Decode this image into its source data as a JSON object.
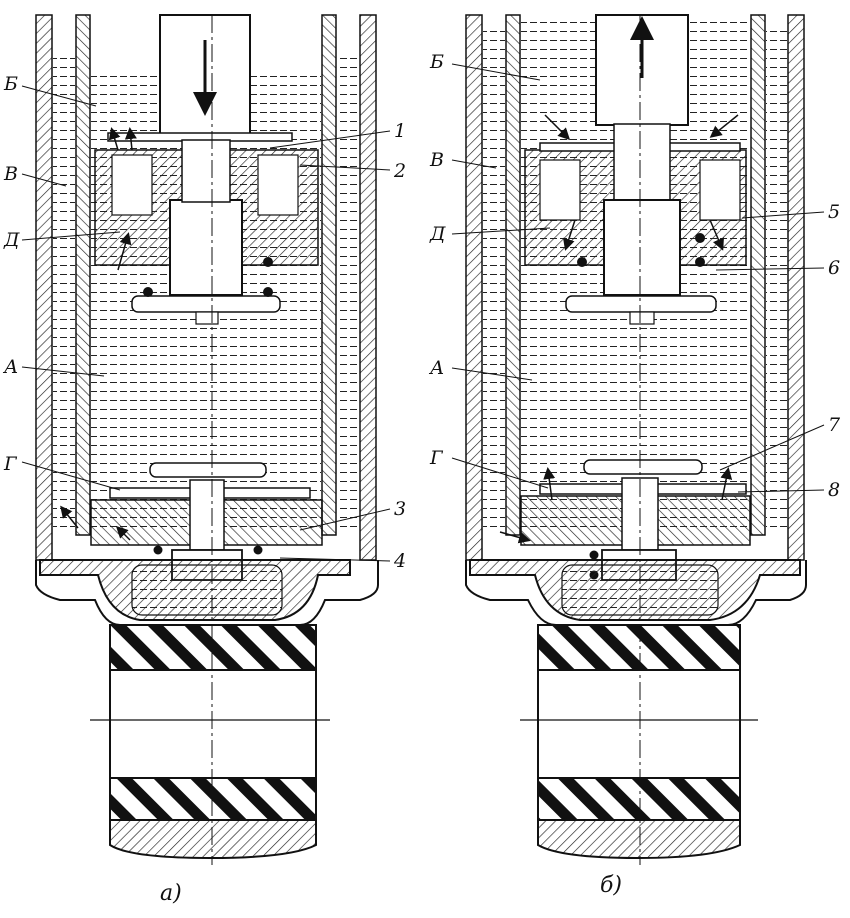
{
  "figure": {
    "captions": {
      "left": "а)",
      "right": "б)"
    },
    "left_view": {
      "letter_labels": {
        "B": "Б",
        "V": "В",
        "D": "Д",
        "A": "А",
        "G": "Г"
      },
      "number_labels": {
        "n1": "1",
        "n2": "2",
        "n3": "3",
        "n4": "4"
      },
      "rod_motion": "down"
    },
    "right_view": {
      "letter_labels": {
        "B": "Б",
        "V": "В",
        "D": "Д",
        "A": "А",
        "G": "Г"
      },
      "number_labels": {
        "n5": "5",
        "n6": "6",
        "n7": "7",
        "n8": "8"
      },
      "rod_motion": "up"
    },
    "colors": {
      "ink": "#111111",
      "paper": "#ffffff",
      "hatch": "#333333"
    }
  }
}
